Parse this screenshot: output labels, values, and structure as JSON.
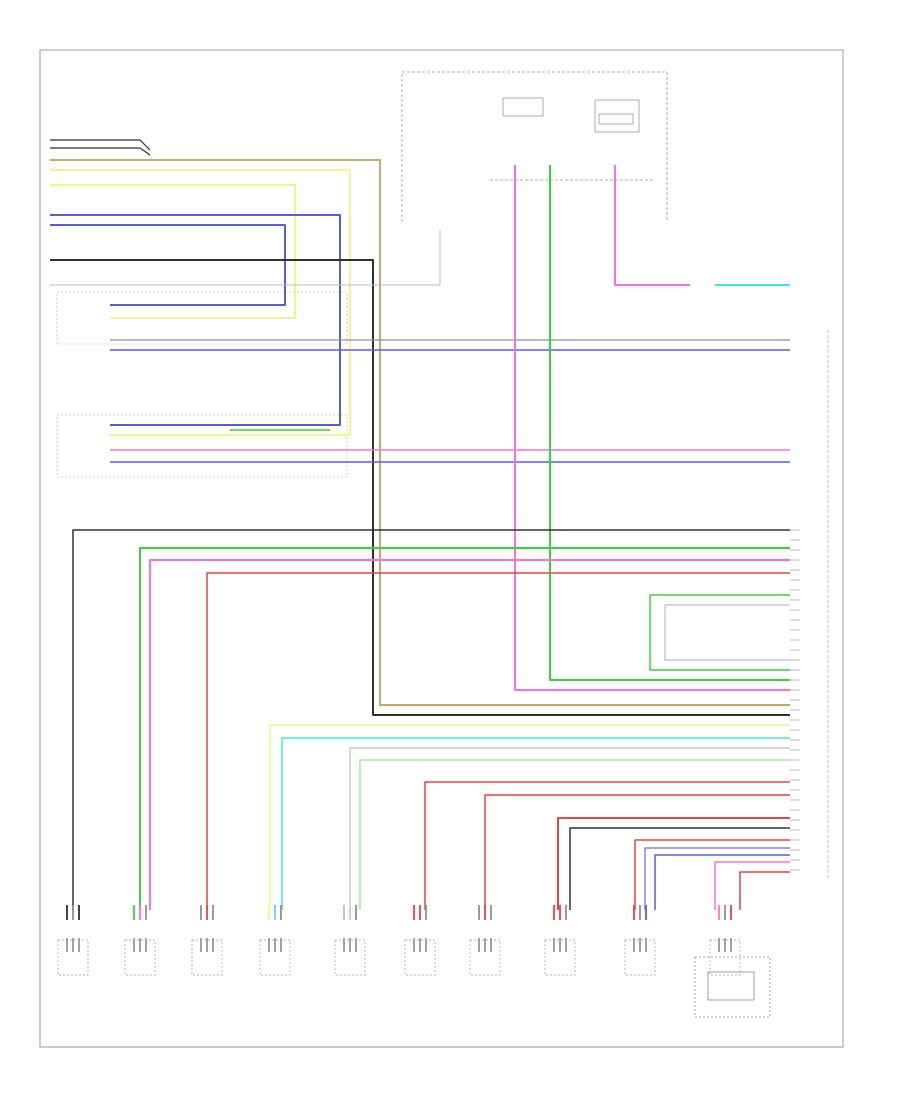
{
  "colors": {
    "yellow": "#f4f48a",
    "blue": "#5a5ae6",
    "gray": "#909090",
    "black": "#303030",
    "tan": "#c7a76a",
    "lightgray": "#bdbdbd",
    "green": "#33d633",
    "pink": "#ff6de6",
    "red": "#f04040",
    "cyan": "#45e6e6",
    "lightgreen": "#a3ee9a",
    "purple": "#9a7af0"
  },
  "diagram": {
    "connectors": [
      {
        "key": "c1",
        "wires": [
          "black",
          "gray",
          "black"
        ]
      },
      {
        "key": "c2",
        "wires": [
          "green",
          "pink",
          "gray"
        ]
      },
      {
        "key": "c3",
        "wires": [
          "gray",
          "red",
          "gray"
        ]
      },
      {
        "key": "c4",
        "wires": [
          "yellow",
          "cyan",
          "gray"
        ]
      },
      {
        "key": "c5",
        "wires": [
          "lightgray",
          "lightgreen",
          "gray"
        ]
      },
      {
        "key": "c6",
        "wires": [
          "red",
          "red",
          "gray"
        ]
      },
      {
        "key": "c7",
        "wires": [
          "gray",
          "red",
          "gray"
        ]
      },
      {
        "key": "c8",
        "wires": [
          "red",
          "red",
          "gray"
        ]
      },
      {
        "key": "c9",
        "wires": [
          "red",
          "purple",
          "blue"
        ]
      },
      {
        "key": "c10",
        "wires": [
          "pink",
          "gray",
          "red"
        ]
      }
    ]
  }
}
